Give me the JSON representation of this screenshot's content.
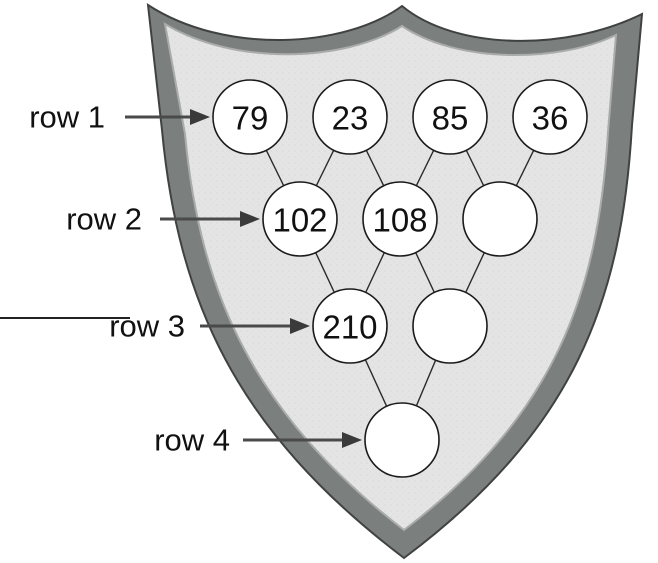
{
  "diagram": {
    "row_labels": [
      "row 1",
      "row 2",
      "row 3",
      "row 4"
    ],
    "rows": [
      [
        "79",
        "23",
        "85",
        "36"
      ],
      [
        "102",
        "108",
        ""
      ],
      [
        "210",
        ""
      ],
      [
        ""
      ]
    ]
  }
}
